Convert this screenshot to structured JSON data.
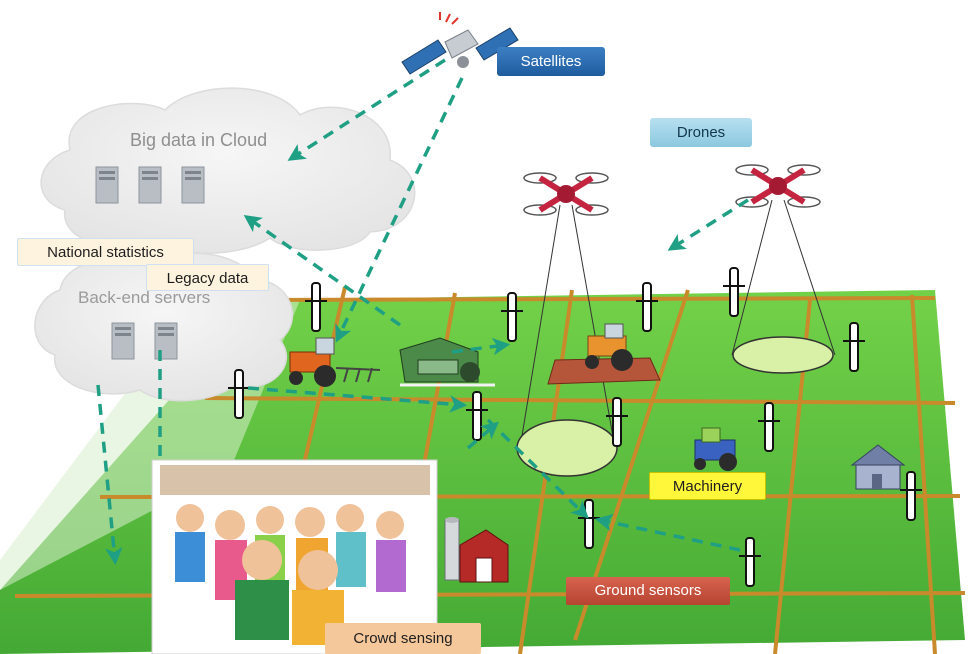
{
  "labels": {
    "satellites": "Satellites",
    "drones": "Drones",
    "cloud_title": "Big data in Cloud",
    "national_statistics": "National statistics",
    "legacy_data": "Legacy data",
    "backend_servers": "Back-end servers",
    "machinery": "Machinery",
    "ground_sensors": "Ground sensors",
    "crowd_sensing": "Crowd sensing"
  },
  "colors": {
    "field_green": "#4fba2e",
    "fence": "#c98a2b",
    "arrow": "#1f9f84",
    "satellites_label": "#2d6db3",
    "drones_label": "#a6d6ea",
    "machinery_label": "#fff83a",
    "ground_sensors_label": "#c8553f",
    "crowd_label": "#f5c89c",
    "cloud": "#ececec"
  },
  "icons": [
    "satellite-icon",
    "drone-icon",
    "server-icon",
    "tractor-icon",
    "harvester-icon",
    "ground-sensor-icon",
    "barn-icon",
    "house-icon",
    "crowd-icon"
  ]
}
